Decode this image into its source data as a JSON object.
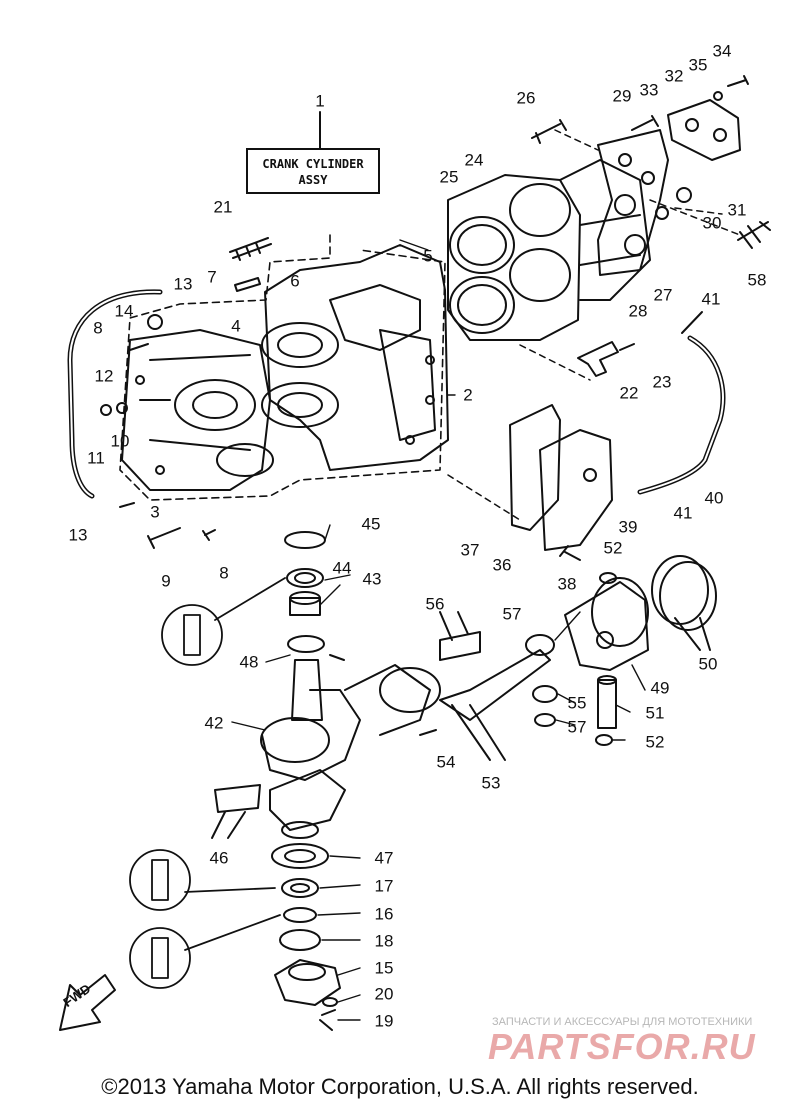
{
  "title_box": {
    "line1": "CRANK CYLINDER",
    "line2": "ASSY"
  },
  "fwd_label": "FWD",
  "part_labels": [
    "1",
    "2",
    "3",
    "4",
    "5",
    "6",
    "7",
    "8",
    "8",
    "9",
    "10",
    "11",
    "12",
    "13",
    "13",
    "14",
    "15",
    "16",
    "17",
    "18",
    "19",
    "20",
    "21",
    "22",
    "23",
    "24",
    "25",
    "26",
    "27",
    "28",
    "29",
    "30",
    "31",
    "32",
    "33",
    "34",
    "35",
    "36",
    "37",
    "38",
    "39",
    "40",
    "41",
    "41",
    "42",
    "43",
    "44",
    "45",
    "46",
    "47",
    "48",
    "49",
    "50",
    "51",
    "52",
    "52",
    "53",
    "54",
    "55",
    "56",
    "57",
    "57",
    "58"
  ],
  "watermark": {
    "top_text": "ЗАПЧАСТИ И АКСЕССУАРЫ ДЛЯ МОТОТЕХНИКИ",
    "logo_text": "PARTSFOR.RU",
    "logo_color": "#e9a9a9"
  },
  "copyright": "©2013 Yamaha Motor Corporation, U.S.A. All rights reserved."
}
